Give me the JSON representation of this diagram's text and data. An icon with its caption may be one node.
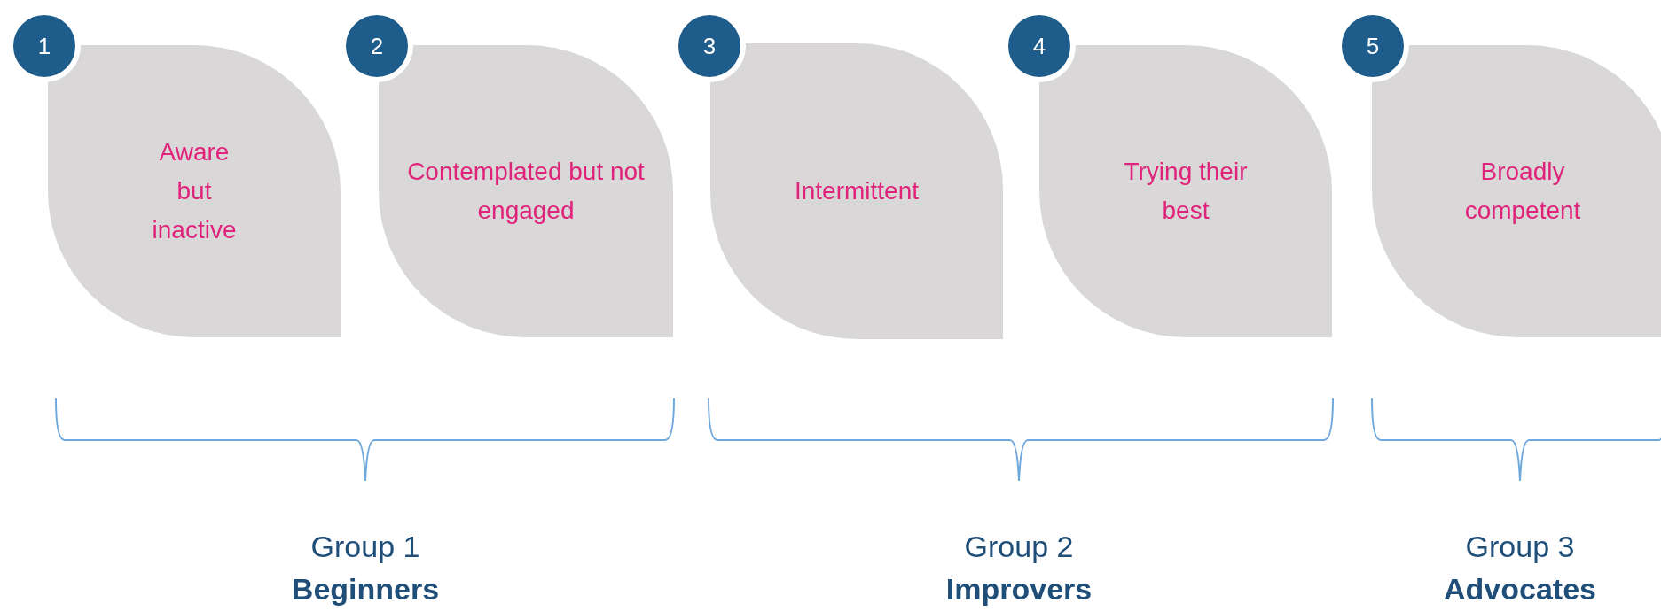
{
  "diagram": {
    "nodes": [
      {
        "text": [
          "1"
        ]
      },
      {
        "text": [
          "Aware but inactive"
        ]
      },
      {
        "text": [
          "2"
        ]
      },
      {
        "text": [
          "Contemplated but not engaged"
        ]
      },
      {
        "text": [
          "3"
        ]
      },
      {
        "text": [
          "Intermittent"
        ]
      },
      {
        "text": [
          "4"
        ]
      },
      {
        "text": [
          "Trying their best"
        ]
      },
      {
        "text": [
          "5"
        ]
      },
      {
        "text": [
          "Broadly competent"
        ]
      }
    ],
    "labels": [
      "Group 1",
      "Beginners",
      "Group 2",
      "Improvers",
      "Group 3",
      "Advocates"
    ]
  }
}
